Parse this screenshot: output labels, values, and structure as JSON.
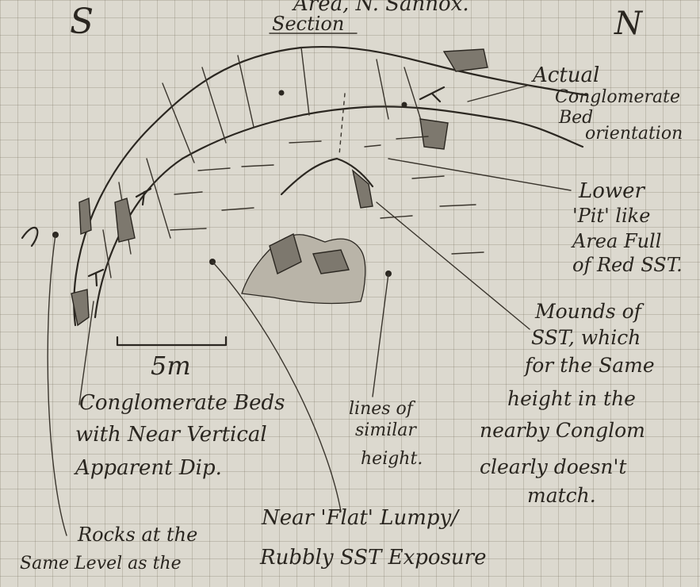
{
  "header": {
    "top_fragment": "Area, N. Sannox.",
    "section_label": "Section",
    "south_label": "S",
    "north_label": "N"
  },
  "scale": {
    "label": "5m"
  },
  "annotations": {
    "actual_orientation": [
      "Actual",
      "Conglomerate",
      "Bed",
      "orientation"
    ],
    "lower_pit": [
      "Lower",
      "'Pit' like",
      "Area Full",
      "of Red SST."
    ],
    "mounds": [
      "Mounds of",
      "SST, which",
      "for the Same",
      "height in the",
      "nearby Conglom",
      "clearly doesn't",
      "match."
    ],
    "lines_similar": [
      "lines of",
      "similar",
      "height."
    ],
    "conglomerate_beds": [
      "Conglomerate Beds",
      "with Near Vertical",
      "Apparent Dip."
    ],
    "rocks_same_level": [
      "Rocks at the",
      "Same Level as the"
    ],
    "near_flat": [
      "Near 'Flat' Lumpy/",
      "Rubbly SST Exposure"
    ]
  }
}
